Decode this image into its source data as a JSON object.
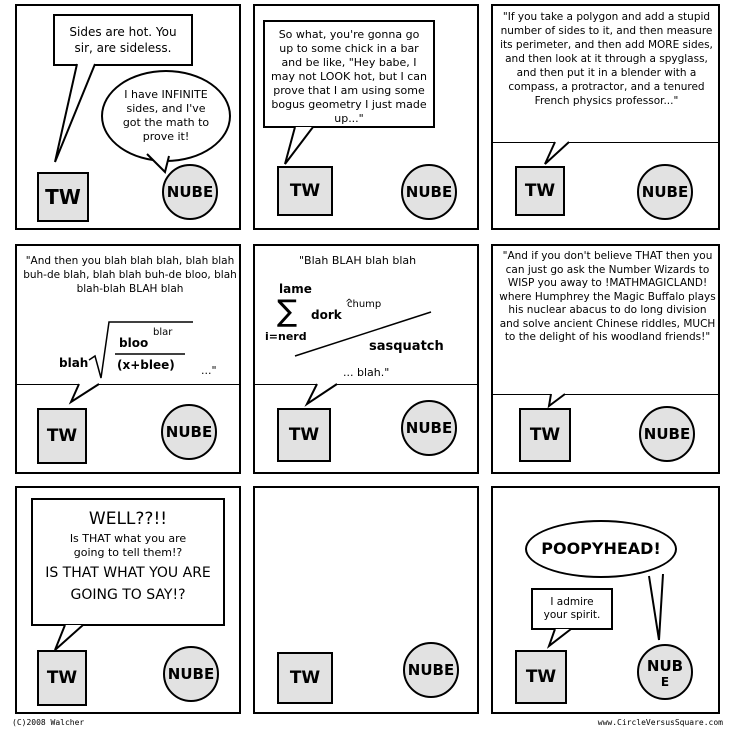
{
  "panels": [
    {
      "id": 1,
      "box_text": "Sides are hot. You sir, are sideless.",
      "speech_text": "I have INFINITE sides, and I've got the math to prove it!"
    },
    {
      "id": 2,
      "box_text": "So what, you're gonna go up to some chick in a bar and be like, \"Hey babe, I may not LOOK hot, but I can prove that I am using some bogus geometry I just made up...\""
    },
    {
      "id": 3,
      "caption_text": "\"If you take a polygon and add a stupid number of sides to it, and then measure its perimeter, and then add MORE sides, and then look at it through a spyglass, and then put it in a blender with a compass, a protractor, and a tenured French physics professor...\""
    },
    {
      "id": 4,
      "caption_text": "\"And then you blah blah blah, blah blah buh-de blah, blah blah buh-de bloo, blah blah-blah BLAH blah",
      "formula_prefix": "blah",
      "formula_num": "bloo",
      "formula_exp": "blar",
      "formula_den": "(x+blee)",
      "formula_suffix": "...\""
    },
    {
      "id": 5,
      "caption_text": "\"Blah BLAH blah blah",
      "sum_top": "lame",
      "sum_bottom": "i=nerd",
      "sum_body": "dork",
      "sum_exp": "chump",
      "word_sasquatch": "sasquatch",
      "caption_end": "... blah.\""
    },
    {
      "id": 6,
      "caption_text": "\"And if you don't believe THAT then you can just go ask the Number Wizards to WISP you away to !MATHMAGICLAND! where Humphrey the Magic Buffalo plays his nuclear abacus to do long division and solve ancient Chinese riddles, MUCH to the delight of his woodland friends!\""
    },
    {
      "id": 7,
      "box_line1": "WELL??!!",
      "box_line2": "Is THAT what you are going to tell them!?",
      "box_line3": "IS THAT WHAT YOU ARE GOING TO SAY!?"
    },
    {
      "id": 8
    },
    {
      "id": 9,
      "speech_text": "POOPYHEAD!",
      "box_text": "I admire your spirit."
    }
  ],
  "characters": {
    "tw": "TW",
    "nube": "NUBE",
    "nube_split_a": "NUB",
    "nube_split_b": "E"
  },
  "footer": {
    "left": "(C)2008 Walcher",
    "right": "www.CircleVersusSquare.com"
  }
}
